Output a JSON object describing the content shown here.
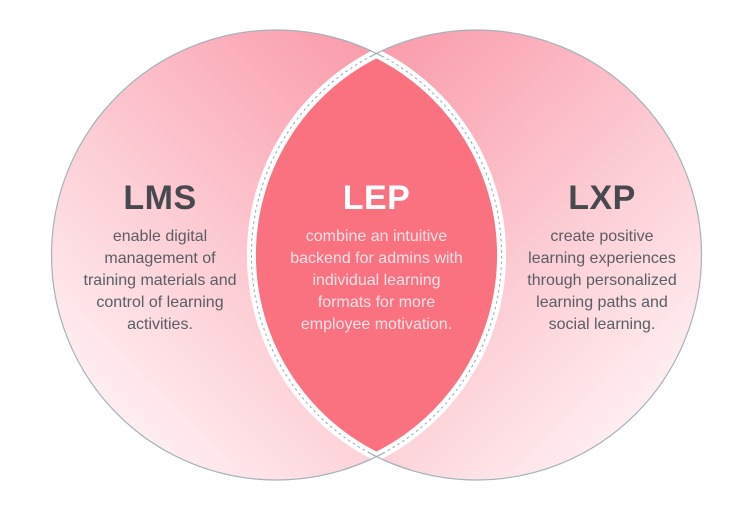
{
  "diagram": {
    "left": {
      "title": "LMS",
      "description": "enable digital\nmanagement of\ntraining materials and\ncontrol of learning\nactivities."
    },
    "center": {
      "title": "LEP",
      "description": "combine an intuitive\nbackend for admins with\nindividual learning\nformats for more\nemployee motivation."
    },
    "right": {
      "title": "LXP",
      "description": "create positive\nlearning experiences\nthrough personalized\nlearning paths and\nsocial learning."
    }
  },
  "colors": {
    "background": "#ffffff",
    "circle_stroke": "#a7b1bb",
    "circle_gradient_light": "#ffffff",
    "circle_gradient_pink": "#f9899a",
    "lens_fill": "#fa7180",
    "lens_border_white": "#ffffff",
    "lens_border_dash": "#9fa9b3",
    "title_color": "#47494f",
    "body_color": "#5a5d64",
    "center_title_color": "#ffffff",
    "center_body_color": "#ffe3e7"
  }
}
